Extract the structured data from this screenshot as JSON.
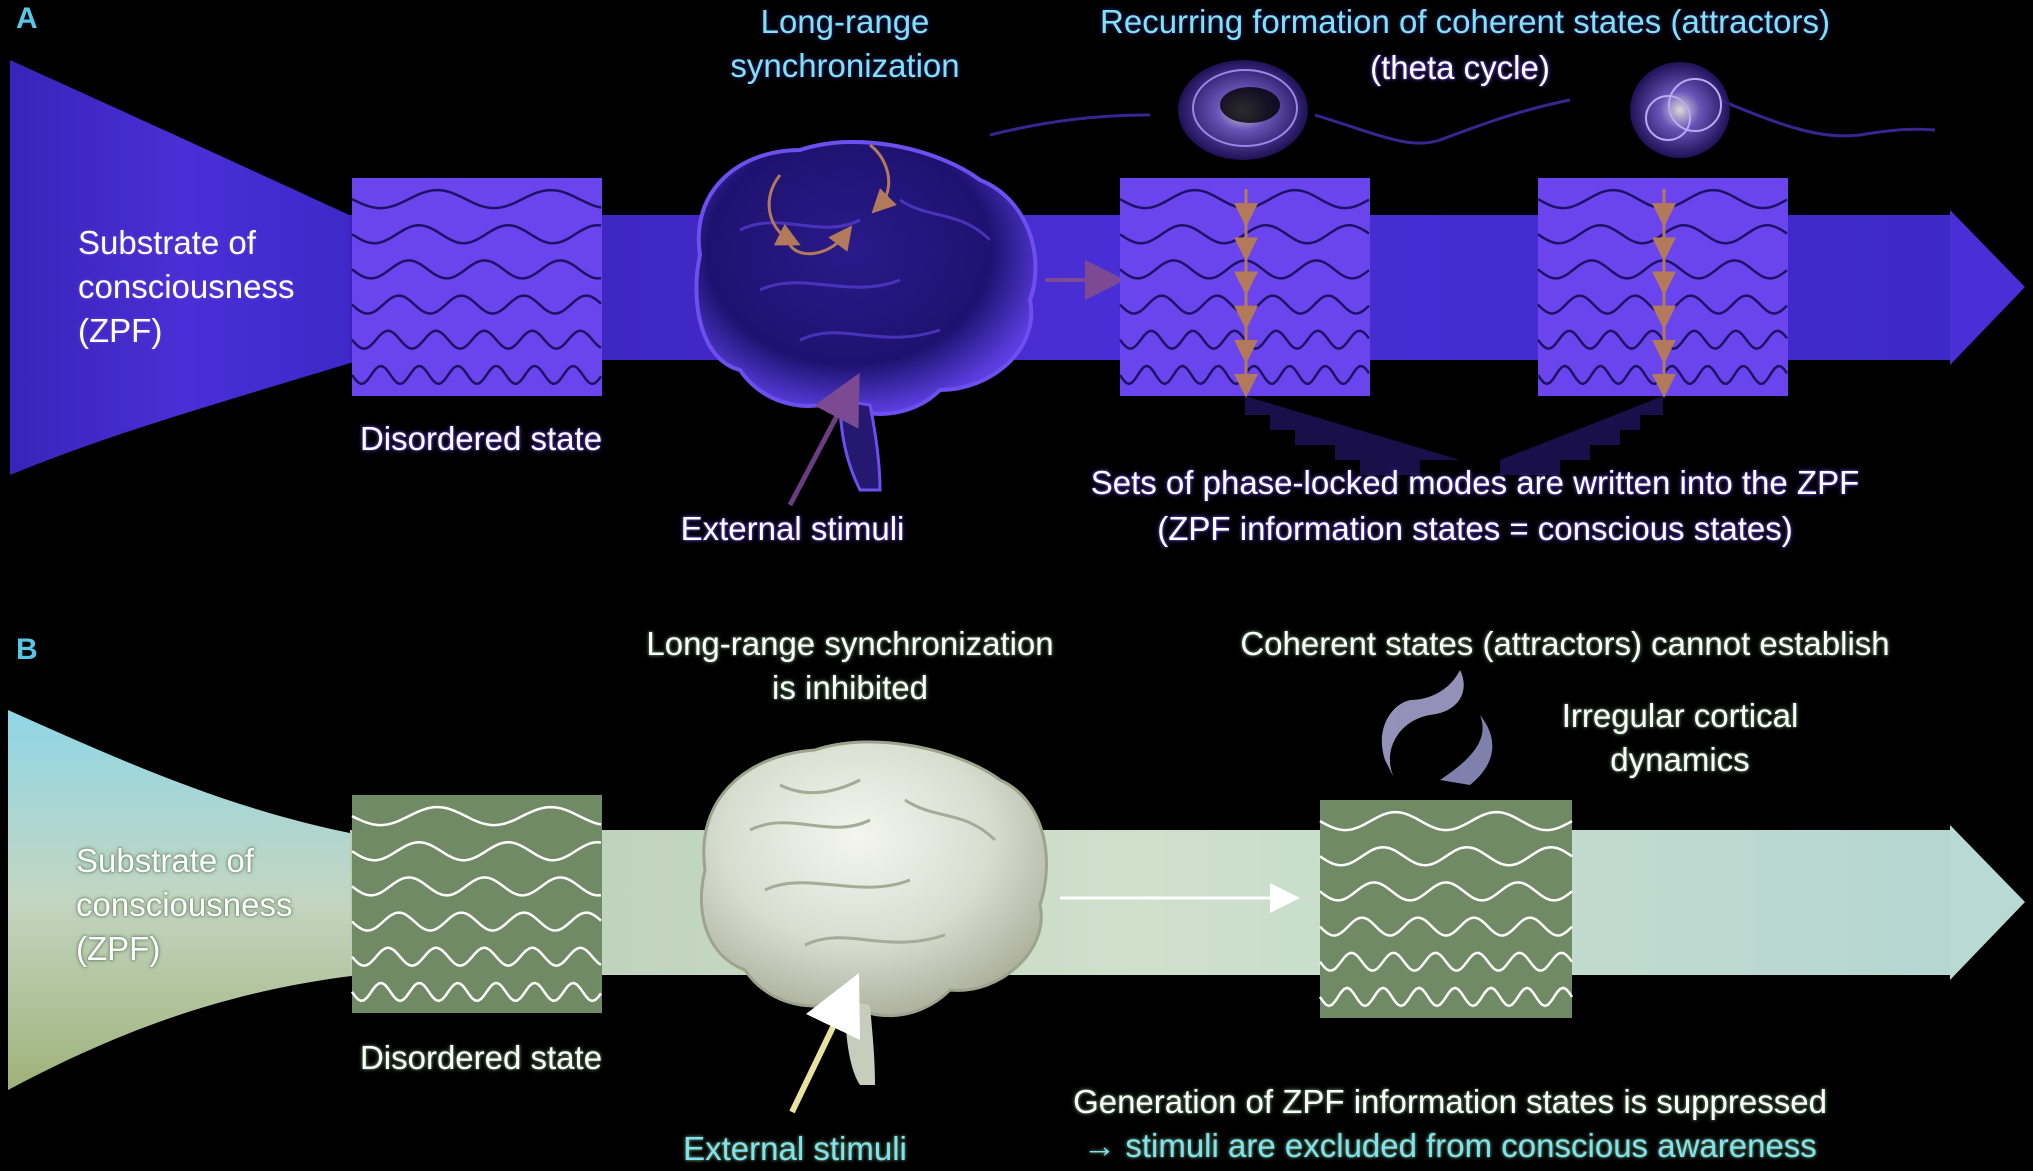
{
  "panel_a": {
    "letter": "A",
    "substrate": [
      "Substrate of",
      "consciousness",
      "(ZPF)"
    ],
    "disordered": "Disordered state",
    "sync": [
      "Long-range",
      "synchronization"
    ],
    "recurring": "Recurring formation of coherent states (attractors)",
    "theta": "(theta cycle)",
    "external": "External stimuli",
    "phase_locked": "Sets of phase-locked modes are written into the ZPF",
    "info_states": "(ZPF information states = conscious states)"
  },
  "panel_b": {
    "letter": "B",
    "substrate": [
      "Substrate of",
      "consciousness",
      "(ZPF)"
    ],
    "disordered": "Disordered state",
    "sync_inhibited": [
      "Long-range synchronization",
      "is inhibited"
    ],
    "cannot_establish": "Coherent states (attractors) cannot establish",
    "irregular": [
      "Irregular cortical",
      "dynamics"
    ],
    "external": "External stimuli",
    "suppressed": "Generation of ZPF information states is suppressed",
    "excluded": "→ stimuli are excluded from conscious awareness"
  },
  "colors": {
    "panel_a_flow": "#4a2fd6",
    "panel_a_box": "#6a45ee",
    "panel_b_flow": "#c8dcc6",
    "panel_b_box": "#6f8a64",
    "cyan_text": "#7fe3f0",
    "letter": "#58c7e6"
  }
}
